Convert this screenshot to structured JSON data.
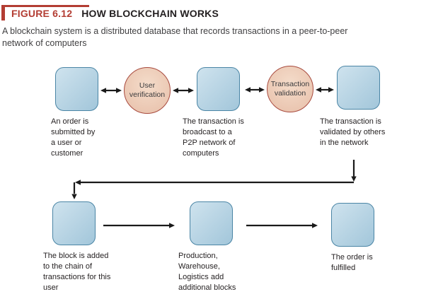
{
  "figure": {
    "label": "FIGURE 6.12",
    "title": "HOW BLOCKCHAIN WORKS",
    "subtitle": "A blockchain system is a distributed database that records transactions in a peer-to-peer\nnetwork of computers"
  },
  "colors": {
    "accent_red": "#b33d33",
    "block_border": "#4a85a5",
    "block_fill_light": "#cfe3ee",
    "block_fill_dark": "#a2c6da",
    "circle_border": "#a84a3e",
    "circle_fill_light": "#f4dcca",
    "circle_fill_dark": "#eac5b0",
    "arrow": "#1a1a1a",
    "caption_text": "#231f20"
  },
  "diagram": {
    "circles": [
      {
        "label": "User\nverification"
      },
      {
        "label": "Transaction\nvalidation"
      }
    ],
    "captions": [
      {
        "text": "An order is\nsubmitted by\na user or\ncustomer"
      },
      {
        "text": "The transaction is\nbroadcast to a\nP2P network of\ncomputers"
      },
      {
        "text": "The transaction is\nvalidated by others\nin the network"
      },
      {
        "text": "The block is added\nto the chain of\ntransactions for this\nuser"
      },
      {
        "text": "Production,\nWarehouse,\nLogistics add\nadditional blocks"
      },
      {
        "text": "The order is\nfulfilled"
      }
    ]
  }
}
